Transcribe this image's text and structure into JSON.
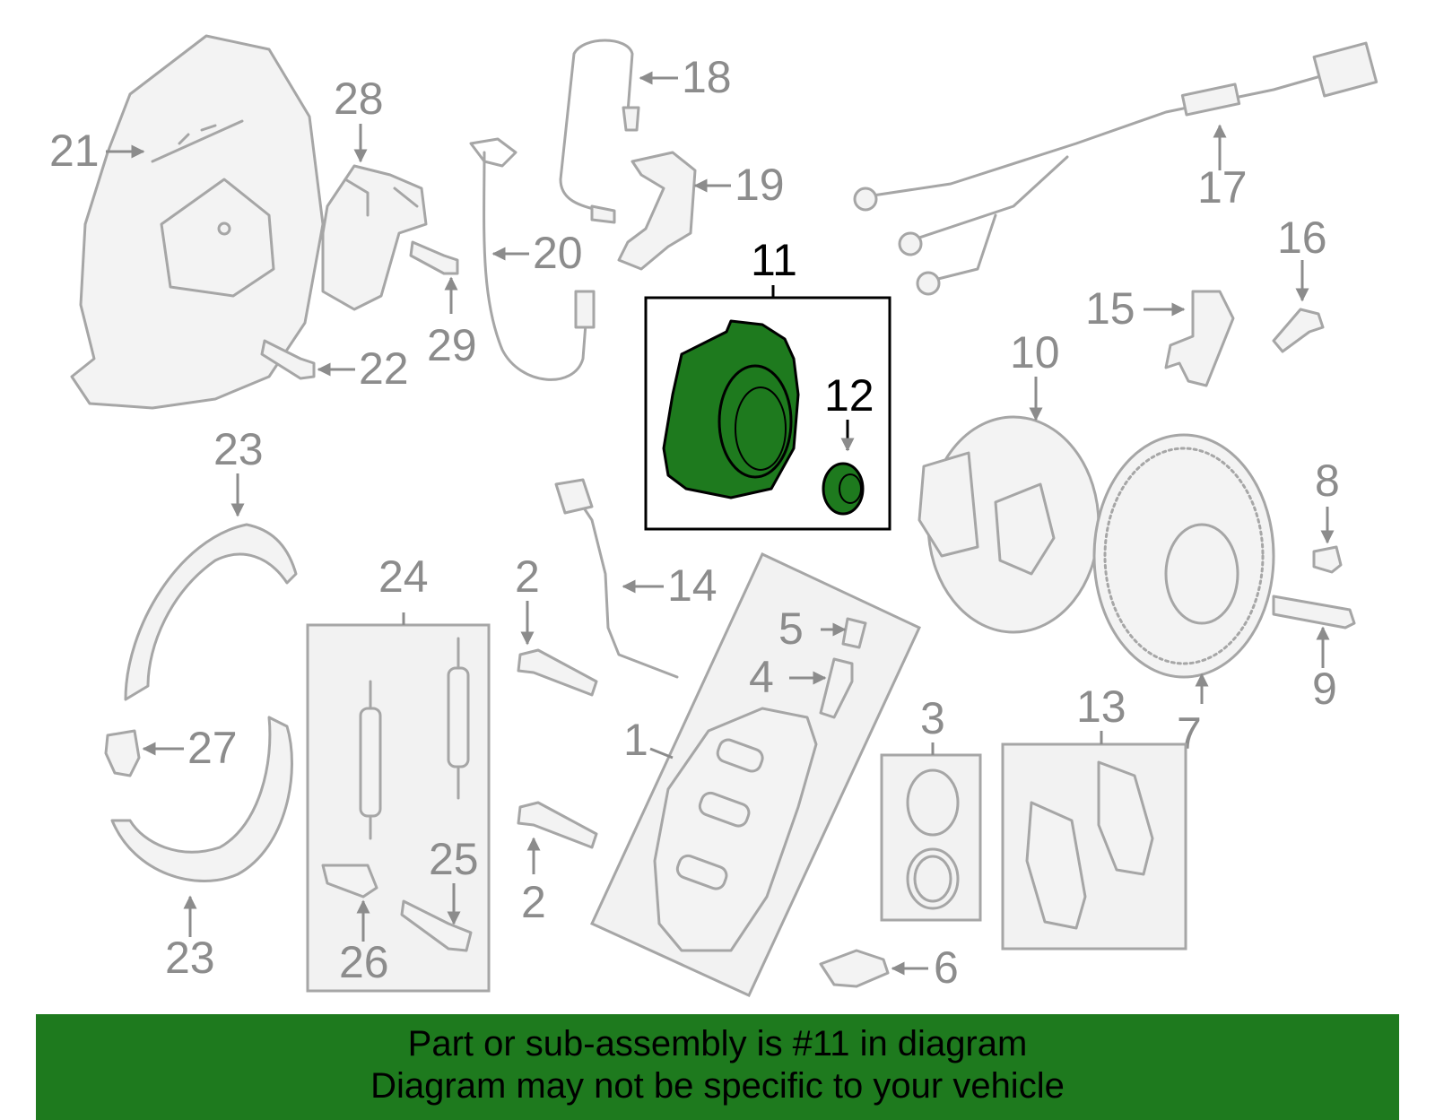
{
  "callouts": {
    "c1": "1",
    "c2a": "2",
    "c2b": "2",
    "c3": "3",
    "c4": "4",
    "c5": "5",
    "c6": "6",
    "c7": "7",
    "c8": "8",
    "c9": "9",
    "c10": "10",
    "c11": "11",
    "c12": "12",
    "c13": "13",
    "c14": "14",
    "c15": "15",
    "c16": "16",
    "c17": "17",
    "c18": "18",
    "c19": "19",
    "c20": "20",
    "c21": "21",
    "c22": "22",
    "c23a": "23",
    "c23b": "23",
    "c24": "24",
    "c25": "25",
    "c26": "26",
    "c27": "27",
    "c28": "28",
    "c29": "29"
  },
  "highlight": {
    "part_number": "11",
    "color": "#1e7a1e"
  },
  "banner": {
    "line1": "Part or sub-assembly is #11 in diagram",
    "line2": "Diagram may not be specific to your vehicle"
  }
}
